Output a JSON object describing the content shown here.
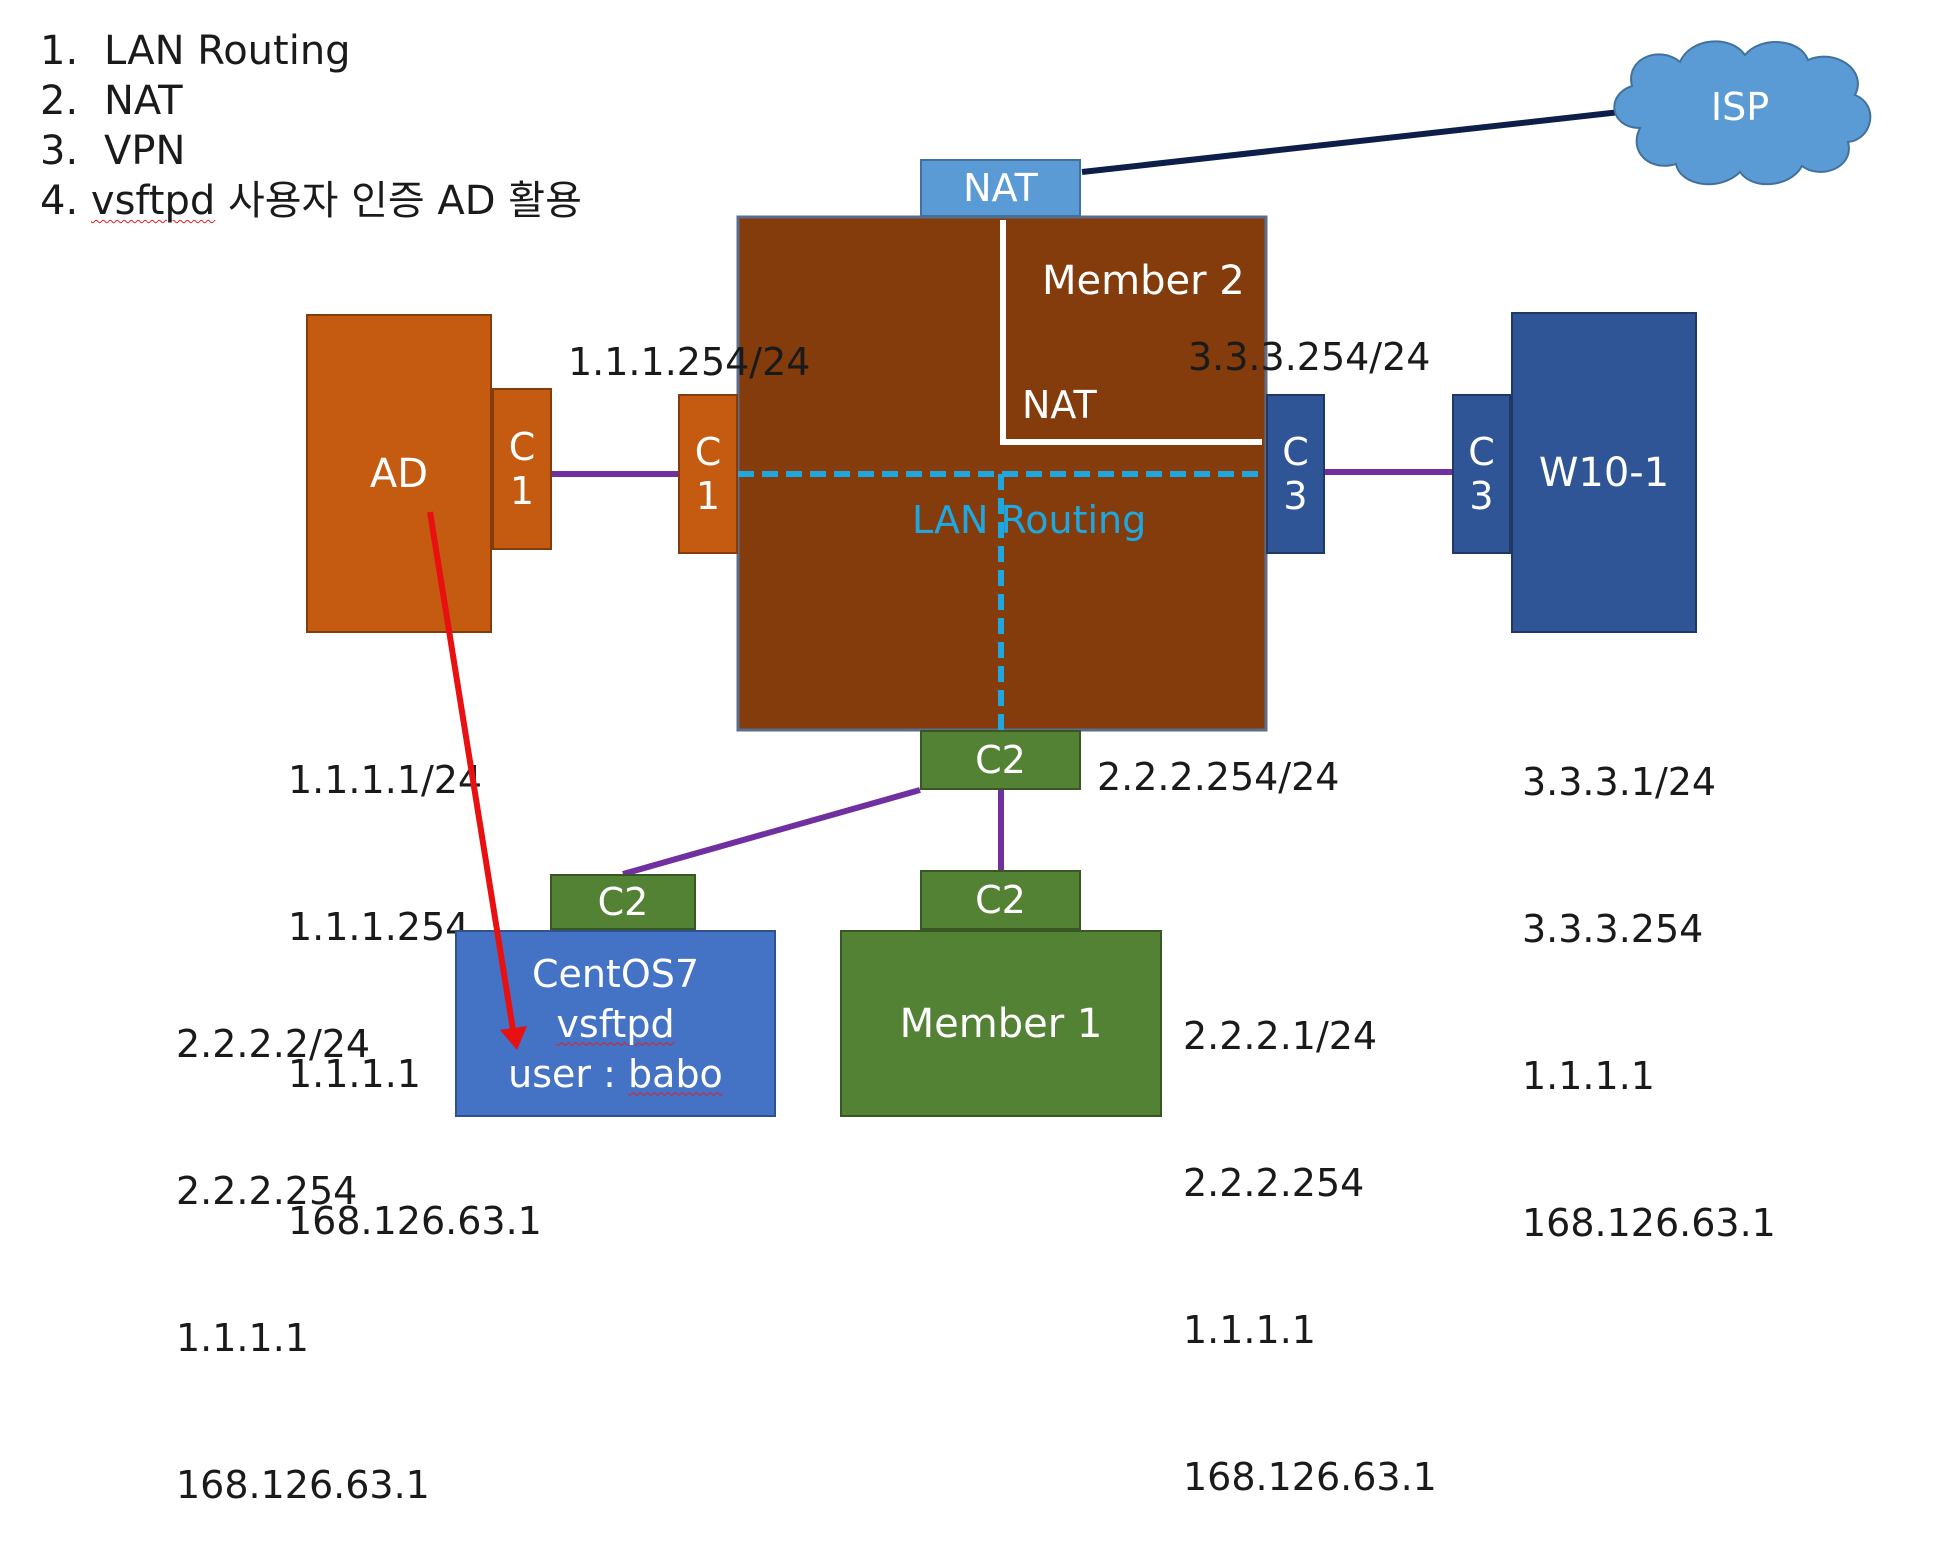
{
  "tasks": [
    {
      "num": "1.",
      "text": "LAN Routing"
    },
    {
      "num": "2.",
      "text": "NAT"
    },
    {
      "num": "3.",
      "text": "VPN"
    },
    {
      "num": "4.",
      "text_prefix": "vsftpd",
      "text": " 사용자 인증 AD 활용"
    }
  ],
  "isp": "ISP",
  "router": {
    "nat_tab": "NAT",
    "member2": "Member 2",
    "nat_inner": "NAT",
    "lan_routing": "LAN Routing",
    "port_c1": [
      "C",
      "1"
    ],
    "port_c3": [
      "C",
      "3"
    ],
    "port_c2": "C2",
    "ip_c1": "1.1.1.254/24",
    "ip_c3": "3.3.3.254/24",
    "ip_c2": "2.2.2.254/24"
  },
  "ad": {
    "label": "AD",
    "port": [
      "C",
      "1"
    ],
    "config": [
      "1.1.1.1/24",
      "1.1.1.254",
      "1.1.1.1",
      "168.126.63.1"
    ]
  },
  "w10": {
    "label": "W10-1",
    "port": [
      "C",
      "3"
    ],
    "config": [
      "3.3.3.1/24",
      "3.3.3.254",
      "1.1.1.1",
      "168.126.63.1"
    ]
  },
  "centos": {
    "port": "C2",
    "line1": "CentOS7",
    "line2": "vsftpd",
    "line3_prefix": "user : ",
    "line3_user": "babo",
    "config": [
      "2.2.2.2/24",
      "2.2.2.254",
      "1.1.1.1",
      "168.126.63.1"
    ]
  },
  "member1": {
    "port": "C2",
    "label": "Member 1",
    "config": [
      "2.2.2.1/24",
      "2.2.2.254",
      "1.1.1.1",
      "168.126.63.1"
    ]
  },
  "colors": {
    "router": "#843C0C",
    "ad": "#C55A11",
    "nat_tab": "#5B9BD5",
    "isp_cloud": "#5B9BD5",
    "w10": "#2F5597",
    "centos": "#4472C4",
    "member1": "#548235",
    "link_purple": "#7030A0",
    "isp_link": "#0E1E4B",
    "lan_dashed": "#1FA8E0",
    "arrow": "#E81010"
  }
}
